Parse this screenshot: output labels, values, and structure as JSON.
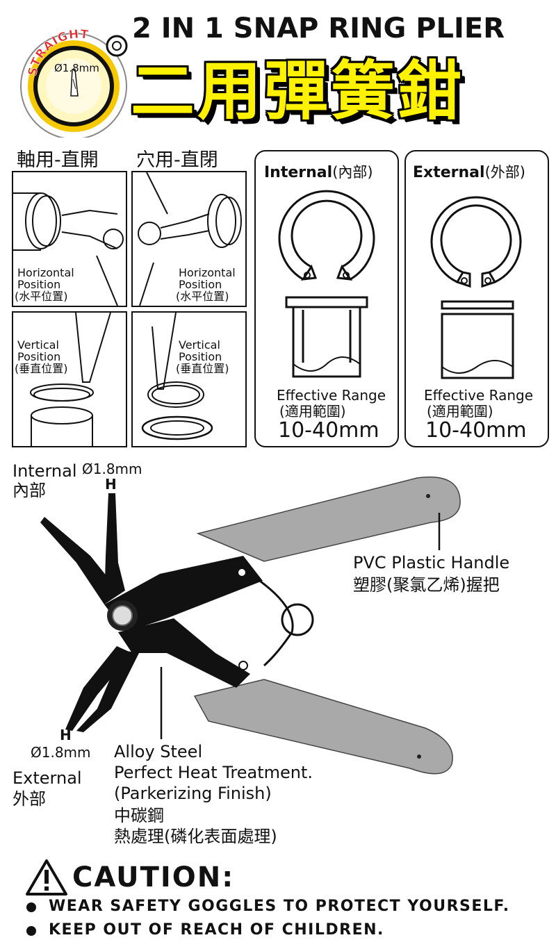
{
  "header": {
    "title_en": "2 IN 1 SNAP RING PLIER",
    "title_cn": "二用彈簧鉗",
    "badge_text": "STRAIGHT",
    "badge_diameter": "Ø1.8mm"
  },
  "diagrams": {
    "col1_title": "軸用-直開",
    "col2_title": "穴用-直閉",
    "horizontal_en_1": "Horizontal",
    "horizontal_en_2": "Position",
    "horizontal_cn": "(水平位置)",
    "vertical_en_1": "Vertical",
    "vertical_en_2": "Position",
    "vertical_cn": "(垂直位置)"
  },
  "internal_panel": {
    "title_en": "Internal",
    "title_cn": "(內部)",
    "range_en": "Effective Range",
    "range_cn": "(適用範圍)",
    "range_value": "10-40mm"
  },
  "external_panel": {
    "title_en": "External",
    "title_cn": "(外部)",
    "range_en": "Effective Range",
    "range_cn": "(適用範圍)",
    "range_value": "10-40mm"
  },
  "callouts": {
    "internal_en": "Internal",
    "internal_cn": "內部",
    "internal_diameter": "Ø1.8mm",
    "tip_mark": "H",
    "external_en": "External",
    "external_cn": "外部",
    "external_diameter": "Ø1.8mm",
    "handle_en": "PVC Plastic Handle",
    "handle_cn": "塑膠(聚氯乙烯)握把",
    "steel_line1": "Alloy Steel",
    "steel_line2": "Perfect Heat Treatment.",
    "steel_line3": "(Parkerizing Finish)",
    "steel_cn1": "中碳鋼",
    "steel_cn2": "熱處理(磷化表面處理)"
  },
  "caution": {
    "title": "CAUTION:",
    "items": [
      "WEAR SAFETY GOGGLES TO PROTECT YOURSELF.",
      "KEEP OUT  OF REACH OF CHILDREN."
    ]
  }
}
